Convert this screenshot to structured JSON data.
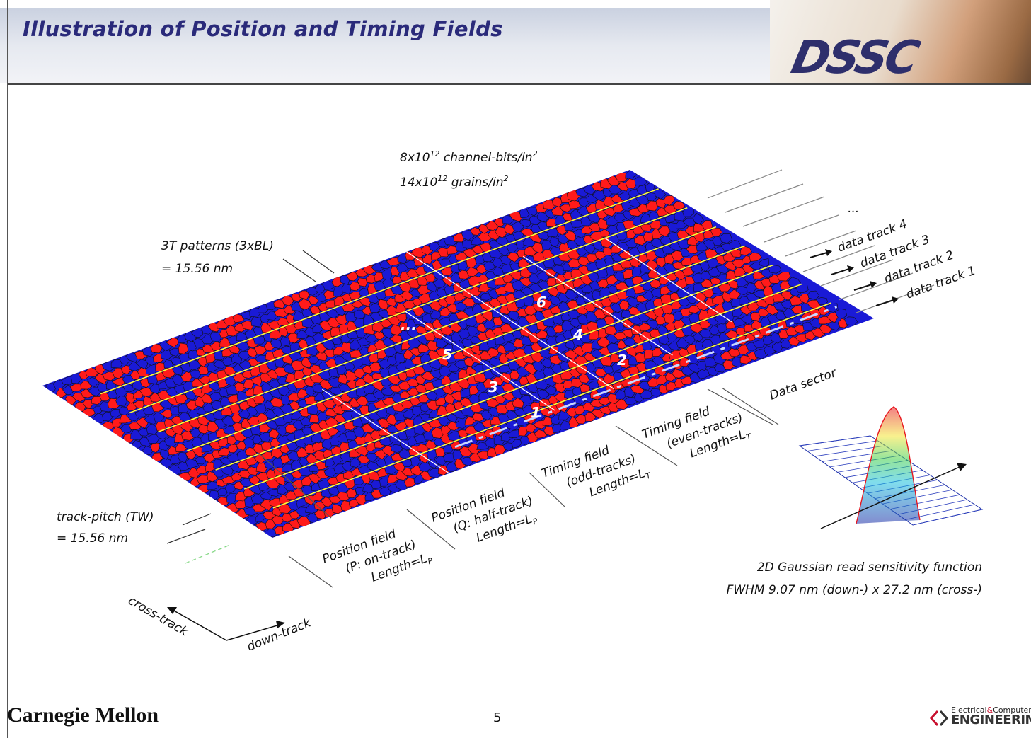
{
  "slide": {
    "title": "Illustration of Position and Timing Fields",
    "logo_text": "DSSC",
    "page_number": "5",
    "footer_left": "Carnegie Mellon",
    "footer_right_top": "Electrical",
    "footer_right_amp": "&",
    "footer_right_top2": "Computer",
    "footer_right_bottom": "ENGINEERING"
  },
  "diagram": {
    "density_line1": "8x10",
    "density_line1_exp": "12",
    "density_line1_rest": " channel-bits/in",
    "density_line1_exp2": "2",
    "density_line2": "14x10",
    "density_line2_exp": "12",
    "density_line2_rest": " grains/in",
    "density_line2_exp2": "2",
    "pattern_label_1": "3T patterns (3xBL)",
    "pattern_label_2": "= 15.56 nm",
    "pitch_label_1": "track-pitch (TW)",
    "pitch_label_2": "= 15.56 nm",
    "ellipsis_tracks": "...",
    "ellipsis_grid": "...",
    "tracks": [
      "data track 4",
      "data track 3",
      "data track 2",
      "data track 1"
    ],
    "data_sector": "Data sector",
    "timing_even": [
      "Timing field",
      "(even-tracks)",
      "Length=L"
    ],
    "timing_even_sub": "T",
    "timing_odd": [
      "Timing field",
      "(odd-tracks)",
      "Length=L"
    ],
    "timing_odd_sub": "T",
    "position_q": [
      "Position field",
      "(Q: half-track)",
      "Length=L"
    ],
    "position_q_sub": "P",
    "position_p": [
      "Position field",
      "(P: on-track)",
      "Length=L"
    ],
    "position_p_sub": "P",
    "region_numbers": [
      "1",
      "2",
      "3",
      "4",
      "5",
      "6"
    ],
    "gaussian_caption_1": "2D Gaussian read sensitivity function",
    "gaussian_caption_2": "FWHM 9.07 nm (down-) x 27.2 nm (cross-)",
    "axis_cross": "cross-track",
    "axis_down": "down-track"
  },
  "colors": {
    "grain_red": "#ff1a1a",
    "grain_blue": "#1a1ad6",
    "track_line": "#ffff33",
    "title_color": "#2a2a7a"
  }
}
